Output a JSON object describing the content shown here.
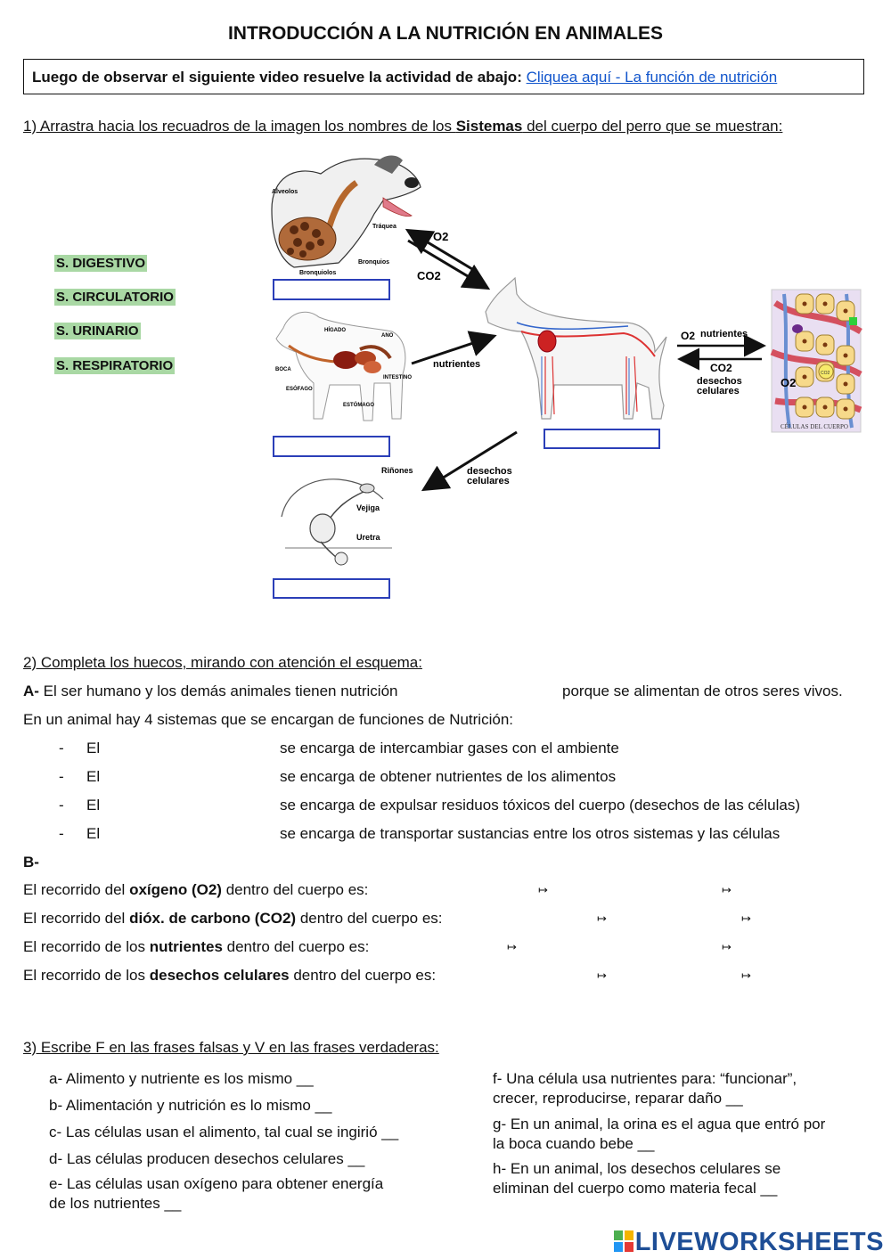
{
  "title": "INTRODUCCIÓN A LA NUTRICIÓN EN ANIMALES",
  "video": {
    "prompt": "Luego de observar el siguiente video resuelve la actividad de abajo:",
    "link_text": "Cliquea aquí - La función de nutrición"
  },
  "q1": {
    "pre": "1) Arrastra hacia los recuadros de la imagen los nombres de los ",
    "bold": "Sistemas",
    "post": " del cuerpo del perro que se muestran:",
    "labels": [
      "S. DIGESTIVO",
      "S. CIRCULATORIO",
      "S. URINARIO",
      "S. RESPIRATORIO"
    ]
  },
  "diagram": {
    "respiratory": [
      "Alveolos",
      "Tráquea",
      "Bronquios",
      "Bronquiolos"
    ],
    "digestive": [
      "HÍGADO",
      "ANO",
      "BOCA",
      "INTESTINO",
      "ESÓFAGO",
      "ESTÓMAGO"
    ],
    "urinary": [
      "Riñones",
      "Vejiga",
      "Uretra"
    ],
    "o2": "O2",
    "co2": "CO2",
    "nutrientes": "nutrientes",
    "desechos_line1": "desechos",
    "desechos_line2": "celulares",
    "o2_nutrientes": "nutrientes",
    "cells_label": "CÉLULAS DEL CUERPO",
    "cell_co2": "CO2"
  },
  "q2": {
    "heading": "2) Completa los huecos, mirando con atención el esquema:",
    "a_label": "A-",
    "a_text1": " El ser humano y los demás animales tienen nutrición",
    "a_text2": "porque se alimentan de otros seres vivos.",
    "intro": "En un animal hay 4 sistemas que se encargan de funciones de Nutrición:",
    "items": [
      {
        "dash": "-",
        "el": "El",
        "text": "se encarga de intercambiar gases con el ambiente"
      },
      {
        "dash": "-",
        "el": "El",
        "text": "se encarga de obtener nutrientes de los alimentos"
      },
      {
        "dash": "-",
        "el": "El",
        "text": "se encarga de expulsar residuos tóxicos del cuerpo (desechos de las células)"
      },
      {
        "dash": "-",
        "el": "El",
        "text": "se encarga de transportar sustancias entre los otros sistemas y las células"
      }
    ],
    "b_label": "B-",
    "routes": [
      {
        "pre": "El recorrido del ",
        "bold": "oxígeno (O2)",
        "post": " dentro del cuerpo es:",
        "arrow": "↦"
      },
      {
        "pre": "El recorrido del ",
        "bold": "dióx. de carbono (CO2)",
        "post": " dentro del cuerpo es:",
        "arrow": "↦"
      },
      {
        "pre": "El recorrido de los ",
        "bold": "nutrientes",
        "post": " dentro del cuerpo es:",
        "arrow": "↦"
      },
      {
        "pre": "El recorrido de los ",
        "bold": "desechos celulares",
        "post": " dentro del cuerpo es:",
        "arrow": "↦"
      }
    ]
  },
  "q3": {
    "heading": "3) Escribe F en las frases falsas y V en las frases verdaderas:",
    "left": [
      [
        "a- Alimento y nutriente es los mismo __"
      ],
      [
        "b- Alimentación y nutrición es lo mismo __"
      ],
      [
        "c- Las células usan el alimento, tal cual se ingirió __"
      ],
      [
        "d- Las células producen desechos celulares __"
      ],
      [
        "e- Las células usan oxígeno para obtener energía",
        "de los nutrientes __"
      ]
    ],
    "right": [
      [
        "f- Una célula usa nutrientes para: “funcionar”,",
        "crecer, reproducirse, reparar daño __"
      ],
      [
        "g- En un animal, la orina es el agua que entró por",
        "la boca cuando bebe __"
      ],
      [
        "h- En un animal, los desechos celulares se",
        "eliminan del cuerpo como materia fecal __"
      ]
    ]
  },
  "logo": "LIVEWORKSHEETS"
}
